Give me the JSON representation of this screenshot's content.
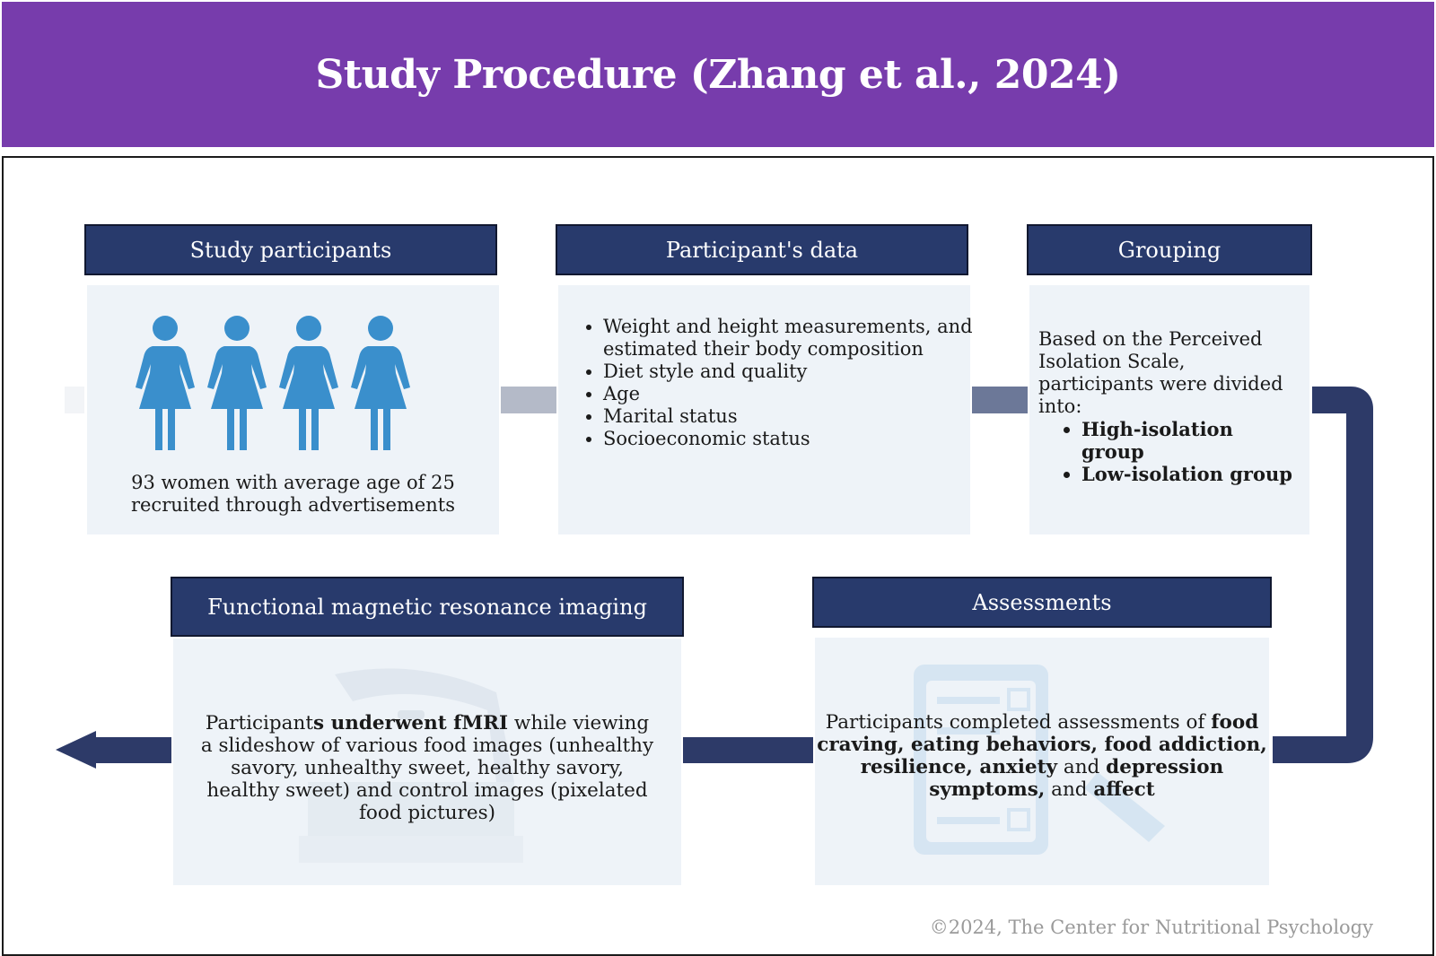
{
  "title": "Study Procedure (Zhang et al., 2024)",
  "steps": {
    "participants": {
      "header": "Study participants",
      "text_line1": "93 women with average age of 25",
      "text_line2": "recruited through advertisements",
      "icon": "woman-figure-icon"
    },
    "data": {
      "header": "Participant's data",
      "items": [
        "Weight and height measurements, and estimated their body composition",
        "Diet style and quality",
        "Age",
        "Marital status",
        "Socioeconomic status"
      ]
    },
    "grouping": {
      "header": "Grouping",
      "intro": "Based on the Perceived Isolation Scale, participants were divided into:",
      "groups": [
        "High-isolation group",
        "Low-isolation group"
      ]
    },
    "assessments": {
      "header": "Assessments",
      "t1": "Participants completed assessments of ",
      "b1": "food craving, eating behaviors, food addiction, resilience, anxiety",
      "t2": " and ",
      "b2": "depression symptoms,",
      "t3": " and ",
      "b3": "affect",
      "icon": "clipboard-icon"
    },
    "fmri": {
      "header": "Functional magnetic resonance imaging",
      "t1": "Participant",
      "b1": "s underwent fMRI",
      "t2": " while viewing a slideshow of various food images (unhealthy savory, unhealthy sweet, healthy savory, healthy sweet) and control images (pixelated food pictures)",
      "icon": "mri-scanner-icon"
    }
  },
  "footer": "©2024, The Center for Nutritional Psychology",
  "colors": {
    "banner": "#773cac",
    "header": "#283a6c",
    "panel": "#eef3f8",
    "person": "#3a8fcc",
    "connector_light": "#b4bac8",
    "connector_mid": "#6c7898",
    "connector_dark": "#2d3a68"
  }
}
